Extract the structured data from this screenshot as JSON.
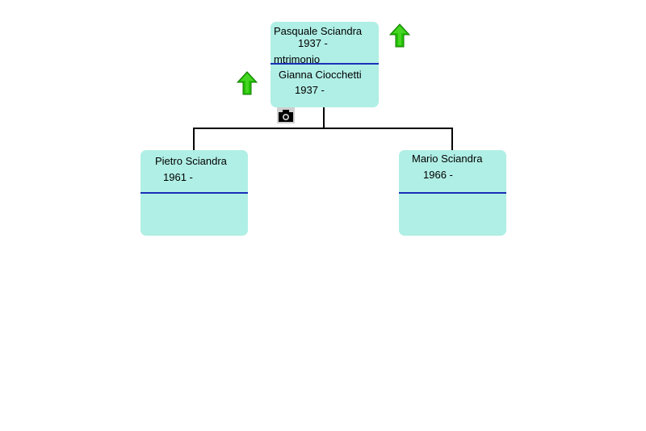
{
  "parents": {
    "father": {
      "name": "Pasquale Sciandra",
      "dates": "1937 -"
    },
    "union_label": "mtrimonio",
    "mother": {
      "name": "Gianna Ciocchetti",
      "dates": "1937 -"
    }
  },
  "children": [
    {
      "name": "Pietro Sciandra",
      "dates": "1961 -"
    },
    {
      "name": "Mario Sciandra",
      "dates": "1966 -"
    }
  ],
  "icons": {
    "father_parents_arrow": "up-arrow-icon",
    "mother_parents_arrow": "up-arrow-icon",
    "photo": "camera-icon"
  },
  "colors": {
    "box_fill": "#b0efe5",
    "divider": "#1a2fb8",
    "arrow": "#22c000",
    "connector": "#000000"
  }
}
